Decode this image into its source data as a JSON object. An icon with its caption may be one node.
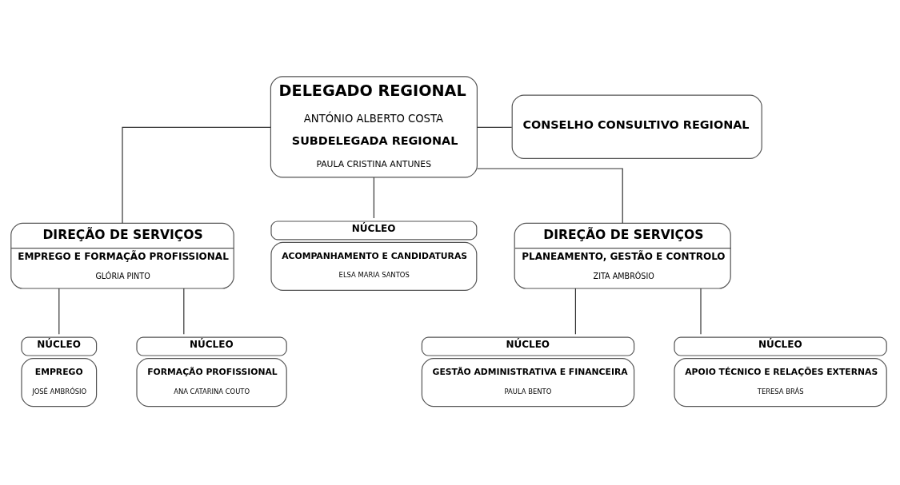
{
  "diagram": {
    "nodes": [
      {
        "text": [
          "DELEGADO REGIONAL",
          "ANTÓNIO ALBERTO COSTA",
          "SUBDELEGADA REGIONAL",
          "PAULA CRISTINA ANTUNES"
        ]
      },
      {
        "text": [
          "CONSELHO CONSULTIVO REGIONAL"
        ]
      },
      {
        "text": [
          "DIREÇÃO DE SERVIÇOS",
          "EMPREGO E FORMAÇÃO PROFISSIONAL",
          "GLÓRIA PINTO"
        ]
      },
      {
        "text": [
          "NÚCLEO",
          "ACOMPANHAMENTO E CANDIDATURAS",
          "ELSA MARIA SANTOS"
        ]
      },
      {
        "text": [
          "DIREÇÃO DE SERVIÇOS",
          "PLANEAMENTO, GESTÃO E CONTROLO",
          "ZITA AMBRÓSIO"
        ]
      },
      {
        "text": [
          "NÚCLEO",
          "EMPREGO",
          "JOSÉ AMBRÓSIO"
        ]
      },
      {
        "text": [
          "NÚCLEO",
          "FORMAÇÃO PROFISSIONAL",
          "ANA CATARINA COUTO"
        ]
      },
      {
        "text": [
          "NÚCLEO",
          "GESTÃO ADMINISTRATIVA E FINANCEIRA",
          "PAULA BENTO"
        ]
      },
      {
        "text": [
          "NÚCLEO",
          "APOIO TÉCNICO E RELAÇÕES EXTERNAS",
          "TERESA BRÁS"
        ]
      }
    ],
    "edges": [
      {
        "from": 0,
        "to": 1,
        "arrow": "none"
      },
      {
        "from": 0,
        "to": 2,
        "arrow": "none"
      },
      {
        "from": 0,
        "to": 3,
        "arrow": "none"
      },
      {
        "from": 0,
        "to": 4,
        "arrow": "none"
      },
      {
        "from": 2,
        "to": 5,
        "arrow": "none"
      },
      {
        "from": 2,
        "to": 6,
        "arrow": "none"
      },
      {
        "from": 4,
        "to": 7,
        "arrow": "none"
      },
      {
        "from": 4,
        "to": 8,
        "arrow": "none"
      }
    ]
  }
}
